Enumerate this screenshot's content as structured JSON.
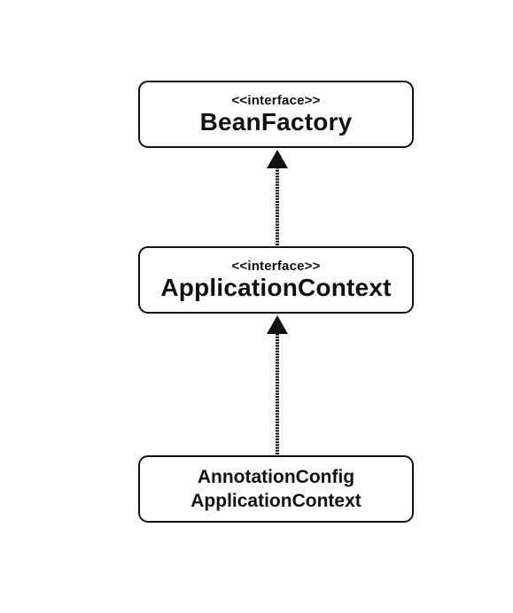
{
  "nodes": {
    "bean_factory": {
      "stereotype": "<<interface>>",
      "name": "BeanFactory"
    },
    "application_context": {
      "stereotype": "<<interface>>",
      "name": "ApplicationContext"
    },
    "annotation_config": {
      "line1": "AnnotationConfig",
      "line2": "ApplicationContext"
    }
  },
  "colors": {
    "stroke": "#111111",
    "background": "#ffffff"
  }
}
